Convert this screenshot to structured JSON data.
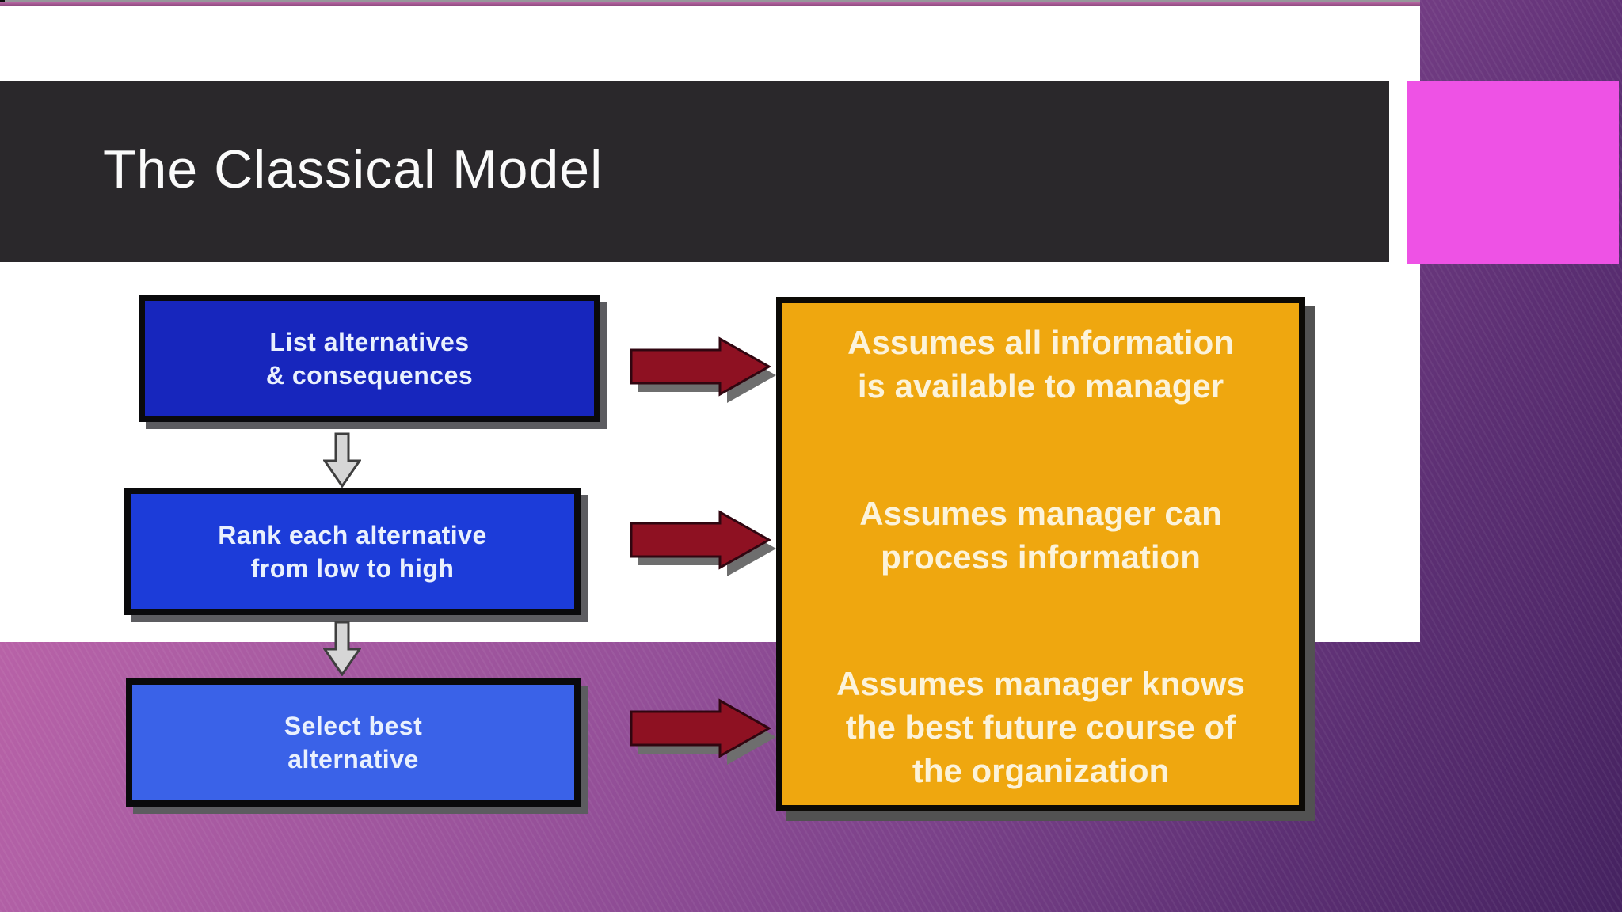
{
  "slide": {
    "title": "The Classical Model"
  },
  "flowchart": {
    "steps": [
      {
        "lines": [
          "List alternatives",
          "& consequences"
        ]
      },
      {
        "lines": [
          "Rank each alternative",
          "from low to high"
        ]
      },
      {
        "lines": [
          "Select best",
          "alternative"
        ]
      }
    ]
  },
  "assumptions": {
    "items": [
      {
        "lines": [
          "Assumes all information",
          "is available to manager"
        ]
      },
      {
        "lines": [
          "Assumes manager can",
          "process information"
        ]
      },
      {
        "lines": [
          "Assumes manager knows",
          "the best future course of",
          "the organization"
        ]
      }
    ]
  },
  "colors": {
    "title_bar_bg": "#2a282b",
    "title_text": "#fafafa",
    "pink_accent": "#ee52e5",
    "step1_bg": "#1726bd",
    "step2_bg": "#1c3cd9",
    "step3_bg": "#3a62e8",
    "step_text": "#e9f0fd",
    "assumptions_bg": "#efa70f",
    "assumptions_text": "#fcf3da",
    "arrow_red": "#8e1122",
    "arrow_red_outline": "#300610",
    "arrow_red_shadow": "#6e6e6e",
    "down_arrow_fill": "#d6d6d6",
    "down_arrow_stroke": "#3f3f3f",
    "gradient_top_left": "#c767ab",
    "gradient_bottom_right": "#452260",
    "panel_bg": "#ffffff"
  }
}
